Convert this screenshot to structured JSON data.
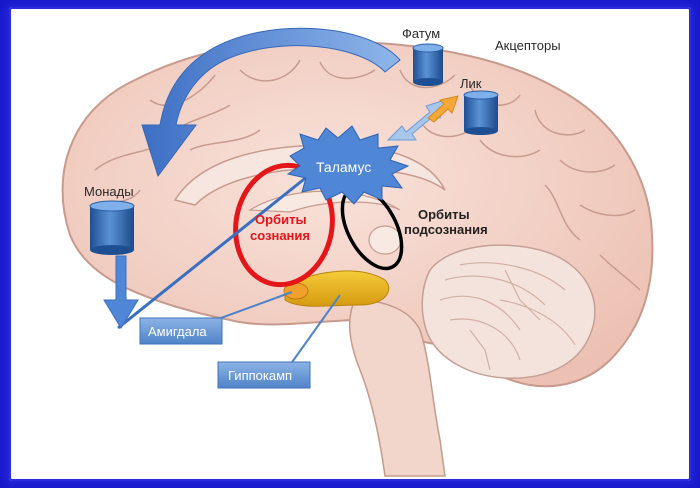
{
  "labels": {
    "fatum": "Фатум",
    "akceptory": "Акцепторы",
    "lik": "Лик",
    "talamus": "Таламус",
    "monady": "Монады",
    "orbity_soznaniya_1": "Орбиты",
    "orbity_soznaniya_2": "сознания",
    "orbity_podsoznaniya_1": "Орбиты",
    "orbity_podsoznaniya_2": "подсознания",
    "amigdala": "Амигдала",
    "gippokamp": "Гиппокамп"
  },
  "colors": {
    "background": "#1717c9",
    "brain": "#f4d3c7",
    "brain_line": "#b98c82",
    "arrow_blue": "#4f86d6",
    "cylinder": "#3d72b5",
    "orbit_red": "#e4161a",
    "orbit_black": "#000000",
    "hippocampus": "#e8b418",
    "label_box": "#6a9ad6"
  }
}
